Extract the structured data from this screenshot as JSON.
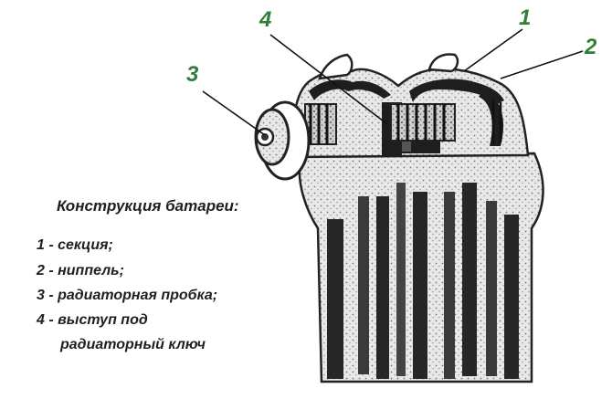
{
  "callouts": {
    "n1": "1",
    "n2": "2",
    "n3": "3",
    "n4": "4"
  },
  "legend": {
    "title": "Конструкция батареи:",
    "items": [
      "1 - секция;",
      "2 - ниппель;",
      "3 - радиаторная пробка;",
      "4 - выступ под",
      "радиаторный ключ"
    ]
  },
  "colors": {
    "callout": "#2f7f3a",
    "ink": "#1f1f1f"
  }
}
